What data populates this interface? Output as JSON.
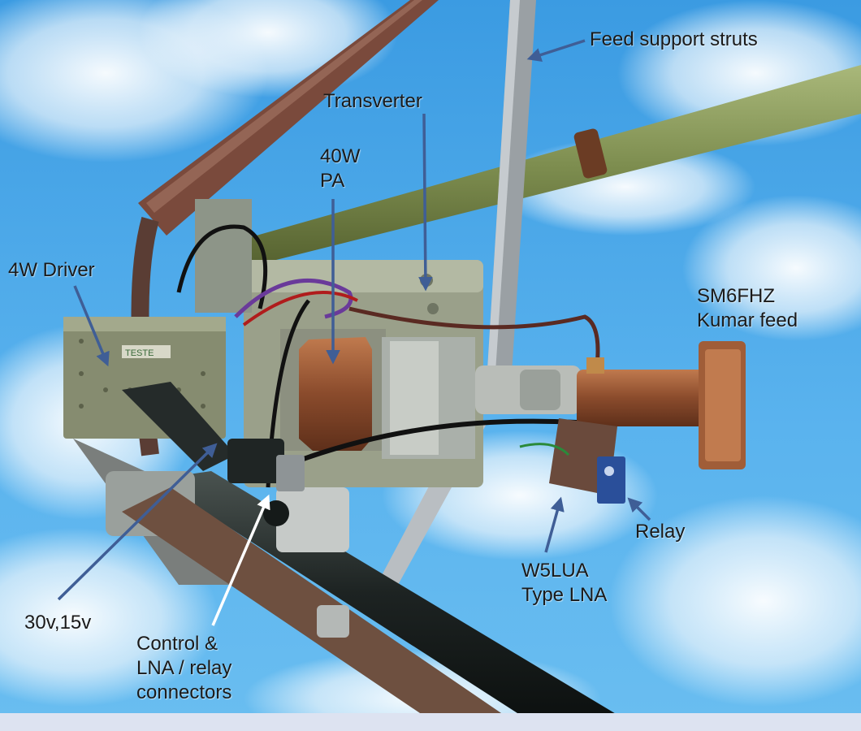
{
  "labels": {
    "feed_support_struts": "Feed support struts",
    "transverter": "Transverter",
    "pa": [
      "40W",
      "PA"
    ],
    "driver": "4W Driver",
    "feed": [
      "SM6FHZ",
      "Kumar feed"
    ],
    "relay": "Relay",
    "lna": [
      "W5LUA",
      "Type LNA"
    ],
    "voltages": "30v,15v",
    "connectors": [
      "Control &",
      "LNA / relay",
      "connectors"
    ]
  },
  "plate_text": "TESTE",
  "colors": {
    "sky": "#4aa6e8",
    "arrow": "#3f5e96",
    "arrow_white": "#ffffff",
    "pole_green": "#8a9a5c",
    "pole_rust": "#7a4a3c",
    "enclosure": "#8e9478",
    "copper": "#a0603a"
  }
}
